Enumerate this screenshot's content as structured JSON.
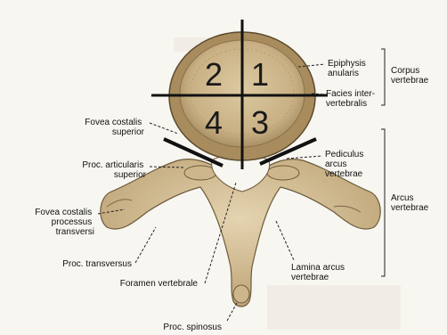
{
  "diagram": {
    "quadrants": [
      "1",
      "2",
      "3",
      "4"
    ],
    "labels": {
      "epiphysis": [
        "Epiphysis",
        "anularis"
      ],
      "facies": [
        "Facies inter-",
        "vertebralis"
      ],
      "fovea_costalis_superior": [
        "Fovea costalis",
        "superior"
      ],
      "proc_articularis": [
        "Proc. articularis",
        "superior"
      ],
      "pediculus": [
        "Pediculus",
        "arcus",
        "vertebrae"
      ],
      "fovea_costalis_proc_transversi": [
        "Fovea costalis",
        "processus",
        "transversi"
      ],
      "proc_transversus": "Proc. transversus",
      "foramen_vertebrale": "Foramen vertebrale",
      "lamina_arcus": [
        "Lamina arcus",
        "vertebrae"
      ],
      "proc_spinosus": "Proc. spinosus"
    },
    "groups": {
      "corpus": [
        "Corpus",
        "vertebrae"
      ],
      "arcus": [
        "Arcus",
        "vertebrae"
      ]
    }
  }
}
